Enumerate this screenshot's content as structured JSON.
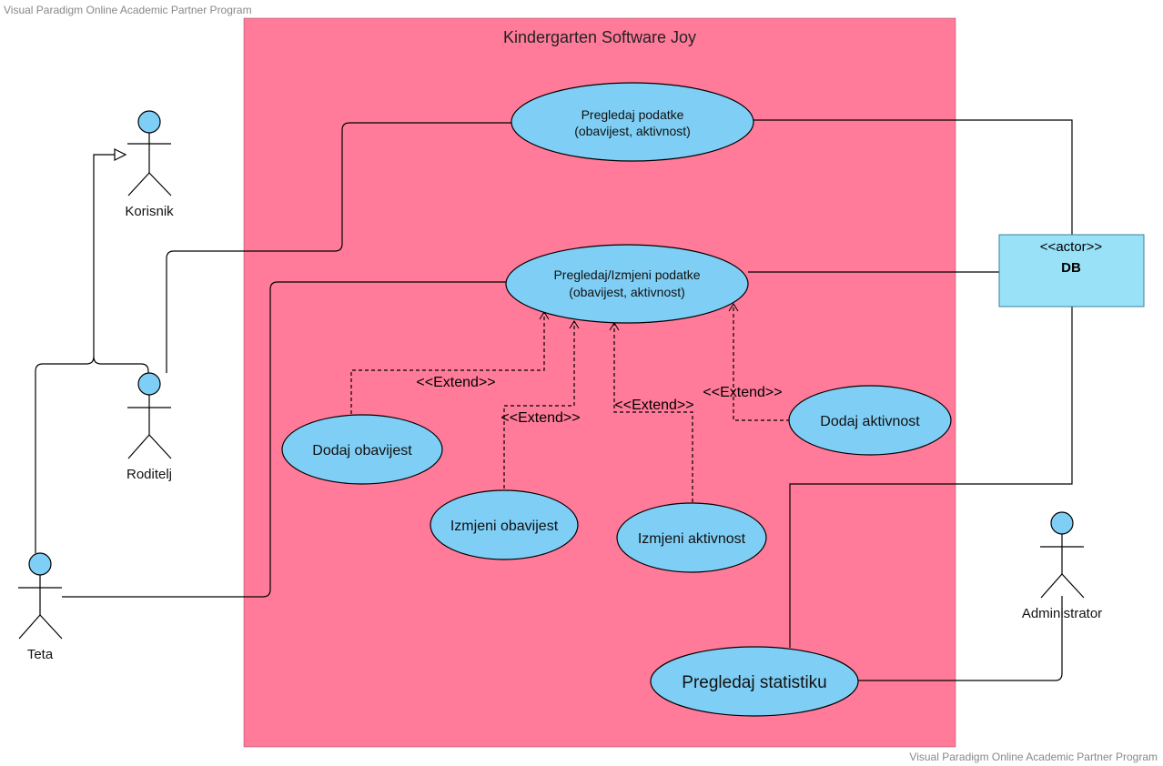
{
  "watermark": {
    "top": "Visual Paradigm Online Academic Partner Program",
    "bottom": "Visual Paradigm Online Academic Partner Program"
  },
  "system": {
    "title": "Kindergarten Software Joy"
  },
  "actors": {
    "korisnik": "Korisnik",
    "roditelj": "Roditelj",
    "teta": "Teta",
    "administrator": "Administrator",
    "db_stereotype": "<<actor>>",
    "db_name": "DB"
  },
  "use_cases": {
    "pregledaj_podatke": [
      "Pregledaj podatke",
      "(obavijest, aktivnost)"
    ],
    "pregledaj_izmjeni": [
      "Pregledaj/Izmjeni podatke",
      "(obavijest, aktivnost)"
    ],
    "dodaj_obavijest": "Dodaj obavijest",
    "izmjeni_obavijest": "Izmjeni obavijest",
    "izmjeni_aktivnost": "Izmjeni aktivnost",
    "dodaj_aktivnost": "Dodaj aktivnost",
    "pregledaj_statistiku": "Pregledaj statistiku"
  },
  "extend_labels": {
    "dodaj_obavijest": "<<Extend>>",
    "izmjeni_obavijest": "<<Extend>>",
    "izmjeni_aktivnost": "<<Extend>>",
    "dodaj_aktivnost": "<<Extend>>"
  },
  "colors": {
    "system_fill": "#ff7b99",
    "use_case_fill": "#7fcef5",
    "actor_head": "#7fcef5",
    "db_fill": "#99e1f7",
    "line": "#000000"
  }
}
